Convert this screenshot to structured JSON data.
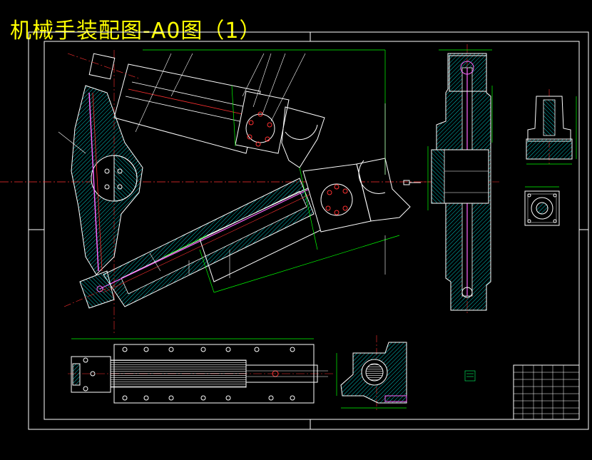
{
  "title": "机械手装配图-A0图（1）",
  "colors": {
    "background": "#000000",
    "title": "#ffff00",
    "outline": "#ffffff",
    "hatch": "#00c8c8",
    "dimension": "#00ff00",
    "centerline": "#ff3030",
    "detail": "#ff66ff"
  },
  "views": [
    "main-assembly-view",
    "side-section-view",
    "top-detail-view",
    "top-bolt-view",
    "lower-plan-view",
    "lower-section-view"
  ],
  "title_block": {
    "rows": 8,
    "columns": 6
  }
}
